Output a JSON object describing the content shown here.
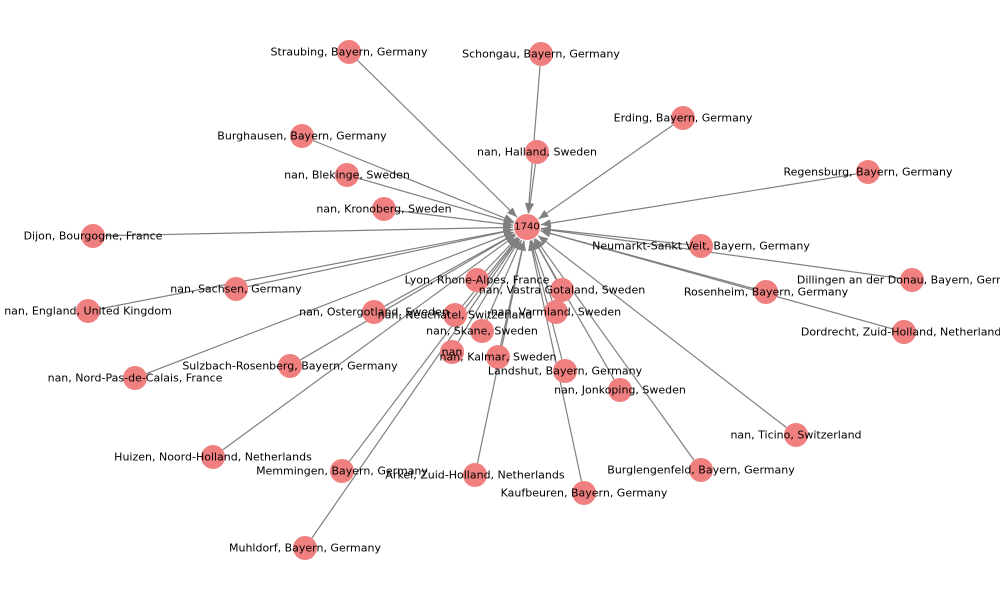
{
  "style": {
    "node_color": "#f08080",
    "edge_color": "#808080",
    "label_color": "#000000",
    "background": "#ffffff"
  },
  "graph": {
    "hub": {
      "id": "hub",
      "label": "1740"
    },
    "nodes": [
      {
        "id": "straubing",
        "label": "Straubing, Bayern, Germany"
      },
      {
        "id": "schongau",
        "label": "Schongau, Bayern, Germany"
      },
      {
        "id": "erding",
        "label": "Erding, Bayern, Germany"
      },
      {
        "id": "halland",
        "label": "nan, Halland, Sweden"
      },
      {
        "id": "burghausen",
        "label": "Burghausen, Bayern, Germany"
      },
      {
        "id": "blekinge",
        "label": "nan, Blekinge, Sweden"
      },
      {
        "id": "regensburg",
        "label": "Regensburg, Bayern, Germany"
      },
      {
        "id": "kronoberg",
        "label": "nan, Kronoberg, Sweden"
      },
      {
        "id": "dijon",
        "label": "Dijon, Bourgogne, France"
      },
      {
        "id": "neumarkt",
        "label": "Neumarkt-Sankt Veit, Bayern, Germany"
      },
      {
        "id": "dillingen",
        "label": "Dillingen an der Donau, Bayern, Germany"
      },
      {
        "id": "lyon",
        "label": "Lyon, Rhone-Alpes, France"
      },
      {
        "id": "sachsen",
        "label": "nan, Sachsen, Germany"
      },
      {
        "id": "vastra",
        "label": "nan, Vastra Gotaland, Sweden"
      },
      {
        "id": "rosenheim",
        "label": "Rosenheim, Bayern, Germany"
      },
      {
        "id": "england",
        "label": "nan, England, United Kingdom"
      },
      {
        "id": "ostergotland",
        "label": "nan, Ostergotland, Sweden"
      },
      {
        "id": "varmland",
        "label": "nan, Varmland, Sweden"
      },
      {
        "id": "neuchatel",
        "label": "nan, Neuchatel, Switzerland"
      },
      {
        "id": "dordrecht",
        "label": "Dordrecht, Zuid-Holland, Netherlands"
      },
      {
        "id": "skane",
        "label": "nan, Skane, Sweden"
      },
      {
        "id": "nan",
        "label": "nan"
      },
      {
        "id": "kalmar",
        "label": "nan, Kalmar, Sweden"
      },
      {
        "id": "sulzbach",
        "label": "Sulzbach-Rosenberg, Bayern, Germany"
      },
      {
        "id": "landshut",
        "label": "Landshut, Bayern, Germany"
      },
      {
        "id": "nordpas",
        "label": "nan, Nord-Pas-de-Calais, France"
      },
      {
        "id": "jonkoping",
        "label": "nan, Jonkoping, Sweden"
      },
      {
        "id": "ticino",
        "label": "nan, Ticino, Switzerland"
      },
      {
        "id": "huizen",
        "label": "Huizen, Noord-Holland, Netherlands"
      },
      {
        "id": "memmingen",
        "label": "Memmingen, Bayern, Germany"
      },
      {
        "id": "burglengenfeld",
        "label": "Burglengenfeld, Bayern, Germany"
      },
      {
        "id": "arkel",
        "label": "Arkel, Zuid-Holland, Netherlands"
      },
      {
        "id": "kaufbeuren",
        "label": "Kaufbeuren, Bayern, Germany"
      },
      {
        "id": "muhldorf",
        "label": "Muhldorf, Bayern, Germany"
      }
    ],
    "edges": [
      {
        "from": "straubing",
        "to": "hub"
      },
      {
        "from": "schongau",
        "to": "hub"
      },
      {
        "from": "erding",
        "to": "hub"
      },
      {
        "from": "halland",
        "to": "hub"
      },
      {
        "from": "burghausen",
        "to": "hub"
      },
      {
        "from": "blekinge",
        "to": "hub"
      },
      {
        "from": "regensburg",
        "to": "hub"
      },
      {
        "from": "kronoberg",
        "to": "hub"
      },
      {
        "from": "dijon",
        "to": "hub"
      },
      {
        "from": "neumarkt",
        "to": "hub"
      },
      {
        "from": "dillingen",
        "to": "hub"
      },
      {
        "from": "lyon",
        "to": "hub"
      },
      {
        "from": "sachsen",
        "to": "hub"
      },
      {
        "from": "vastra",
        "to": "hub"
      },
      {
        "from": "rosenheim",
        "to": "hub"
      },
      {
        "from": "england",
        "to": "hub"
      },
      {
        "from": "ostergotland",
        "to": "hub"
      },
      {
        "from": "varmland",
        "to": "hub"
      },
      {
        "from": "neuchatel",
        "to": "hub"
      },
      {
        "from": "dordrecht",
        "to": "hub"
      },
      {
        "from": "skane",
        "to": "hub"
      },
      {
        "from": "nan",
        "to": "hub"
      },
      {
        "from": "kalmar",
        "to": "hub"
      },
      {
        "from": "sulzbach",
        "to": "hub"
      },
      {
        "from": "landshut",
        "to": "hub"
      },
      {
        "from": "nordpas",
        "to": "hub"
      },
      {
        "from": "jonkoping",
        "to": "hub"
      },
      {
        "from": "ticino",
        "to": "hub"
      },
      {
        "from": "huizen",
        "to": "hub"
      },
      {
        "from": "memmingen",
        "to": "hub"
      },
      {
        "from": "burglengenfeld",
        "to": "hub"
      },
      {
        "from": "arkel",
        "to": "hub"
      },
      {
        "from": "kaufbeuren",
        "to": "hub"
      },
      {
        "from": "muhldorf",
        "to": "hub"
      }
    ]
  }
}
